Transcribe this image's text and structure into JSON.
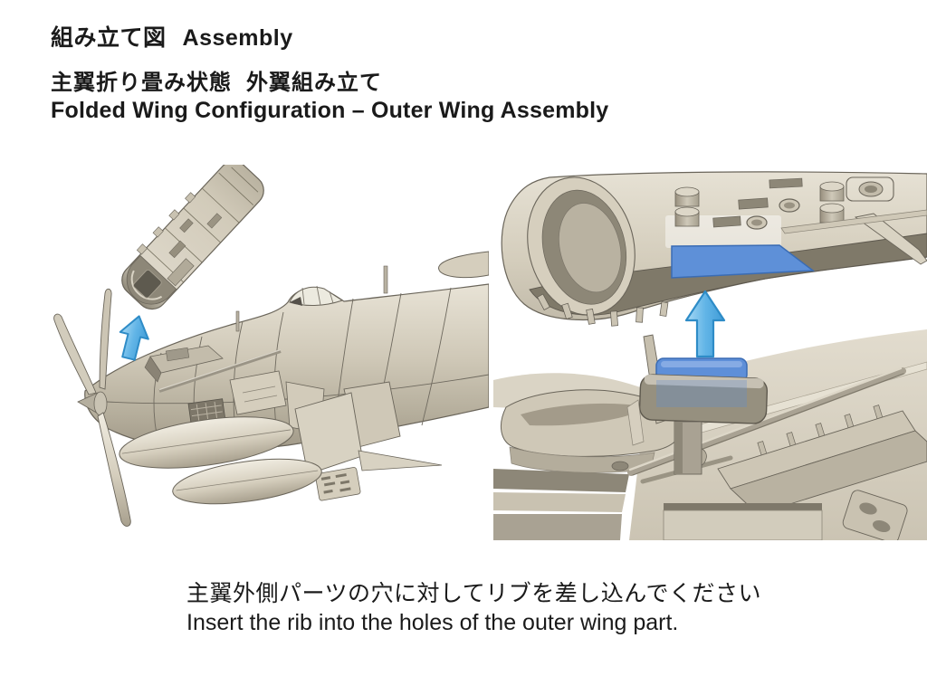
{
  "header": {
    "title_jp": "組み立て図",
    "title_en": "Assembly",
    "subtitle_jp_1": "主翼折り畳み状態",
    "subtitle_jp_2": "外翼組み立て",
    "subtitle_en": "Folded Wing Configuration – Outer Wing Assembly"
  },
  "caption": {
    "jp": "主翼外側パーツの穴に対してリブを差し込んでください",
    "en": "Insert the rib into the holes of the outer wing part."
  },
  "figures": {
    "left": {
      "name": "folded-wing-aircraft-render",
      "arrow_icon": "up-arrow-icon"
    },
    "right": {
      "name": "outer-wing-joint-closeup-render",
      "arrow_icon": "up-arrow-icon"
    }
  },
  "colors": {
    "background": "#ffffff",
    "text": "#1a1a1a",
    "model_beige": "#d7d0c0",
    "model_shadow": "#7e786a",
    "outline": "#6a655a",
    "highlight_blue": "#5e8fd8",
    "arrow_blue": "#54b0e6",
    "arrow_stroke": "#2e8cc7"
  }
}
